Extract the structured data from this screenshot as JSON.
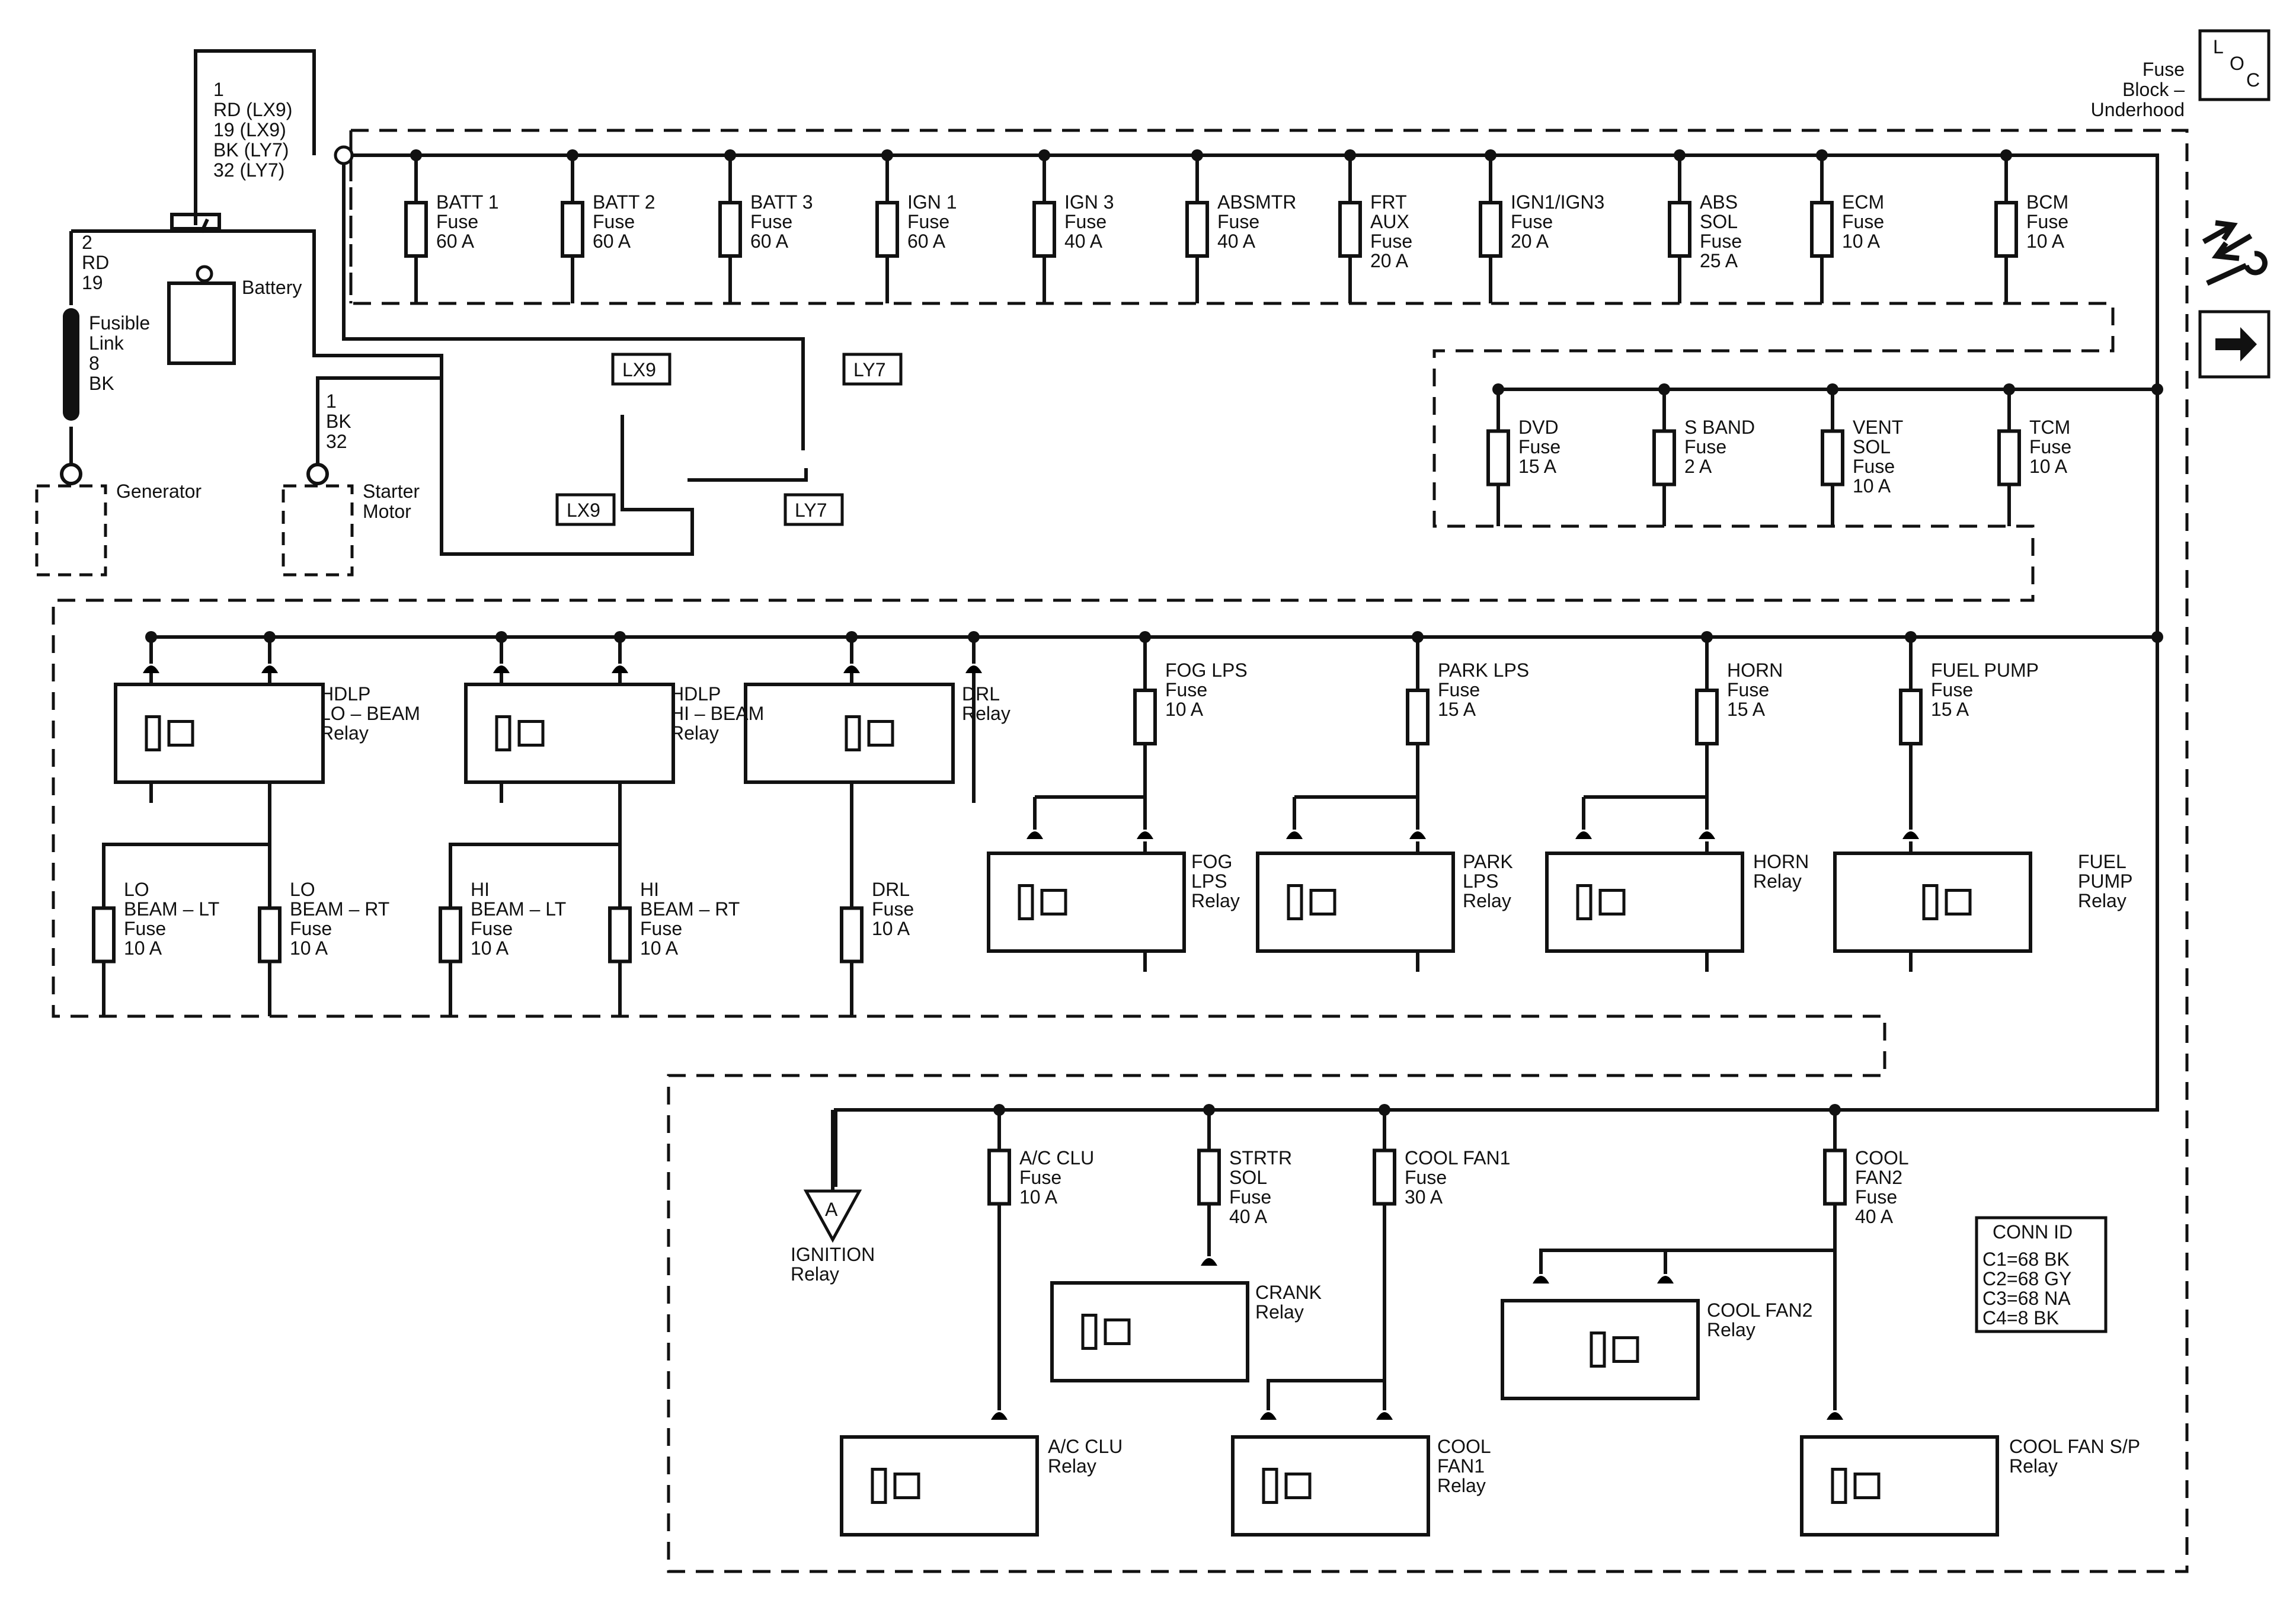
{
  "header": {
    "block_title": [
      "Fuse",
      "Block –",
      "Underhood"
    ],
    "loc_icon": "loc-icon",
    "loc_letters": [
      "L",
      "O",
      "C"
    ]
  },
  "nav": {
    "tools_icon": "tools-icon",
    "next_icon": "right-arrow-icon"
  },
  "battery": {
    "label": "Battery",
    "wire_top": [
      "1",
      "RD (LX9)",
      "19 (LX9)",
      "BK (LY7)",
      "32 (LY7)"
    ]
  },
  "generator": {
    "label": "Generator",
    "wire": [
      "2",
      "RD",
      "19"
    ],
    "fusible_link": [
      "Fusible",
      "Link",
      "8",
      "BK"
    ]
  },
  "starter": {
    "label": [
      "Starter",
      "Motor"
    ],
    "wire": [
      "1",
      "BK",
      "32"
    ]
  },
  "options": {
    "lx9": "LX9",
    "ly7": "LY7"
  },
  "row1_fuses": [
    {
      "lines": [
        "BATT 1",
        "Fuse",
        "60 A"
      ]
    },
    {
      "lines": [
        "BATT 2",
        "Fuse",
        "60 A"
      ]
    },
    {
      "lines": [
        "BATT 3",
        "Fuse",
        "60 A"
      ]
    },
    {
      "lines": [
        "IGN 1",
        "Fuse",
        "60 A"
      ]
    },
    {
      "lines": [
        "IGN 3",
        "Fuse",
        "40 A"
      ]
    },
    {
      "lines": [
        "ABSMTR",
        "Fuse",
        "40 A"
      ]
    },
    {
      "lines": [
        "FRT",
        "AUX",
        "Fuse",
        "20 A"
      ]
    },
    {
      "lines": [
        "IGN1/IGN3",
        "Fuse",
        "20 A"
      ]
    },
    {
      "lines": [
        "ABS",
        "SOL",
        "Fuse",
        "25 A"
      ]
    },
    {
      "lines": [
        "ECM",
        "Fuse",
        "10 A"
      ]
    },
    {
      "lines": [
        "BCM",
        "Fuse",
        "10 A"
      ]
    }
  ],
  "row2_fuses": [
    {
      "lines": [
        "DVD",
        "Fuse",
        "15 A"
      ]
    },
    {
      "lines": [
        "S BAND",
        "Fuse",
        "2 A"
      ]
    },
    {
      "lines": [
        "VENT",
        "SOL",
        "Fuse",
        "10 A"
      ]
    },
    {
      "lines": [
        "TCM",
        "Fuse",
        "10 A"
      ]
    }
  ],
  "row3_relays": [
    {
      "lines": [
        "HDLP",
        "LO – BEAM",
        "Relay"
      ]
    },
    {
      "lines": [
        "HDLP",
        "HI – BEAM",
        "Relay"
      ]
    },
    {
      "lines": [
        "DRL",
        "Relay"
      ]
    },
    {
      "lines": [
        "FOG",
        "LPS",
        "Relay"
      ]
    },
    {
      "lines": [
        "PARK",
        "LPS",
        "Relay"
      ]
    },
    {
      "lines": [
        "HORN",
        "Relay"
      ]
    },
    {
      "lines": [
        "FUEL",
        "PUMP",
        "Relay"
      ]
    }
  ],
  "row3_fuses": [
    {
      "lines": [
        "FOG LPS",
        "Fuse",
        "10 A"
      ]
    },
    {
      "lines": [
        "PARK LPS",
        "Fuse",
        "15 A"
      ]
    },
    {
      "lines": [
        "HORN",
        "Fuse",
        "15 A"
      ]
    },
    {
      "lines": [
        "FUEL PUMP",
        "Fuse",
        "15 A"
      ]
    },
    {
      "lines": [
        "LO",
        "BEAM – LT",
        "Fuse",
        "10 A"
      ]
    },
    {
      "lines": [
        "LO",
        "BEAM – RT",
        "Fuse",
        "10 A"
      ]
    },
    {
      "lines": [
        "HI",
        "BEAM – LT",
        "Fuse",
        "10 A"
      ]
    },
    {
      "lines": [
        "HI",
        "BEAM – RT",
        "Fuse",
        "10 A"
      ]
    },
    {
      "lines": [
        "DRL",
        "Fuse",
        "10 A"
      ]
    }
  ],
  "row4": {
    "ignition": {
      "letter": "A",
      "lines": [
        "IGNITION",
        "Relay"
      ]
    },
    "fuses": [
      {
        "lines": [
          "A/C CLU",
          "Fuse",
          "10 A"
        ]
      },
      {
        "lines": [
          "STRTR",
          "SOL",
          "Fuse",
          "40 A"
        ]
      },
      {
        "lines": [
          "COOL FAN1",
          "Fuse",
          "30 A"
        ]
      },
      {
        "lines": [
          "COOL",
          "FAN2",
          "Fuse",
          "40 A"
        ]
      }
    ],
    "relays": [
      {
        "lines": [
          "CRANK",
          "Relay"
        ]
      },
      {
        "lines": [
          "COOL FAN2",
          "Relay"
        ]
      },
      {
        "lines": [
          "A/C CLU",
          "Relay"
        ]
      },
      {
        "lines": [
          "COOL",
          "FAN1",
          "Relay"
        ]
      },
      {
        "lines": [
          "COOL FAN S/P",
          "Relay"
        ]
      }
    ]
  },
  "conn_id": {
    "title": "CONN  ID",
    "rows": [
      "C1=68 BK",
      "C2=68 GY",
      "C3=68 NA",
      "C4=8 BK"
    ]
  }
}
